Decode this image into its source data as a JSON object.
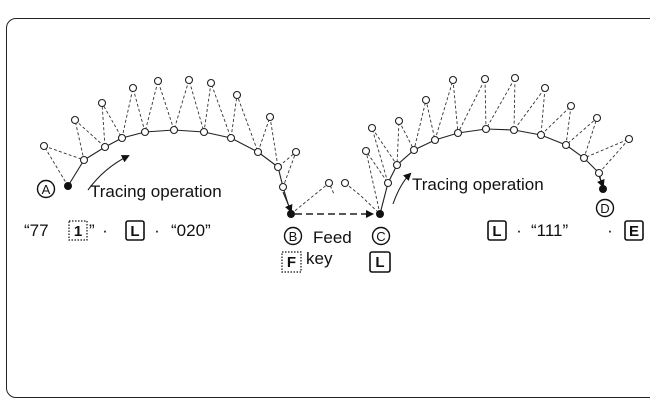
{
  "labels": {
    "point_a": "A",
    "point_b": "B",
    "point_c": "C",
    "point_d": "D",
    "tracing_left": "Tracing operation",
    "tracing_right": "Tracing operation",
    "feed": "Feed",
    "key": "key"
  },
  "left_sequence": {
    "q1": "“77",
    "key1": "1",
    "q2": "”",
    "sep1": "·",
    "keyL": "L",
    "sep2": "·",
    "code": "“020”"
  },
  "feed_key": {
    "key_f": "F",
    "key_l": "L"
  },
  "right_sequence": {
    "keyL": "L",
    "sep1": "·",
    "code": "“111”",
    "sep2": "·",
    "keyE": "E"
  }
}
